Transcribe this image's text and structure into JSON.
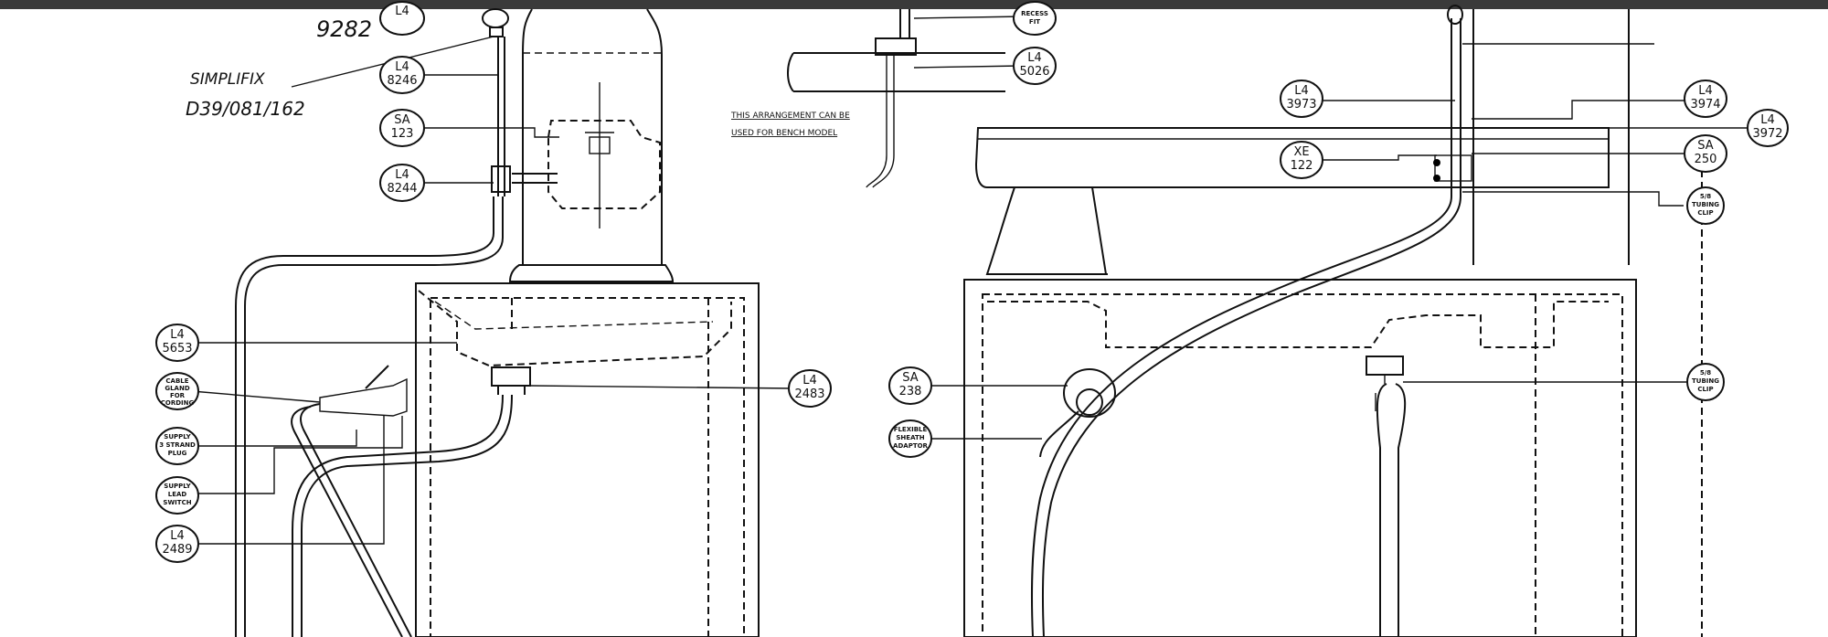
{
  "part_number": "9282",
  "simplifix": {
    "line1": "SIMPLIFIX",
    "line2": "D39/081/162"
  },
  "note": {
    "line1": "THIS ARRANGEMENT CAN BE",
    "line2": "USED FOR BENCH MODEL"
  },
  "labels": {
    "l4_top": [
      "L4",
      ""
    ],
    "l4_8246": [
      "L4",
      "8246"
    ],
    "sa_123": [
      "SA",
      "123"
    ],
    "l4_8244": [
      "L4",
      "8244"
    ],
    "l4_5653": [
      "L4",
      "5653"
    ],
    "cable_gland": [
      "CABLE",
      "GLAND",
      "FOR",
      "CORDING"
    ],
    "plug_3pin": [
      "SUPPLY",
      "3 STRAND",
      "PLUG"
    ],
    "lead_switch": [
      "SUPPLY",
      "LEAD",
      "SWITCH"
    ],
    "l4_2489": [
      "L4",
      "2489"
    ],
    "l4_2483": [
      "L4",
      "2483"
    ],
    "l4_5026": [
      "L4",
      "5026"
    ],
    "top_center": [
      "RECESS",
      "FIT"
    ],
    "sa_238": [
      "SA",
      "238"
    ],
    "flexible_sheath": [
      "FLEXIBLE",
      "SHEATH",
      "ADAPTOR"
    ],
    "l4_3973": [
      "L4",
      "3973"
    ],
    "xe_122": [
      "XE",
      "122"
    ],
    "l4_3974": [
      "L4",
      "3974"
    ],
    "l4_3972": [
      "L4",
      "3972"
    ],
    "sa_250": [
      "SA",
      "250"
    ],
    "tubing_clip_1": [
      "5/8",
      "TUBING",
      "CLIP"
    ],
    "tubing_clip_2": [
      "5/8",
      "TUBING",
      "CLIP"
    ]
  }
}
